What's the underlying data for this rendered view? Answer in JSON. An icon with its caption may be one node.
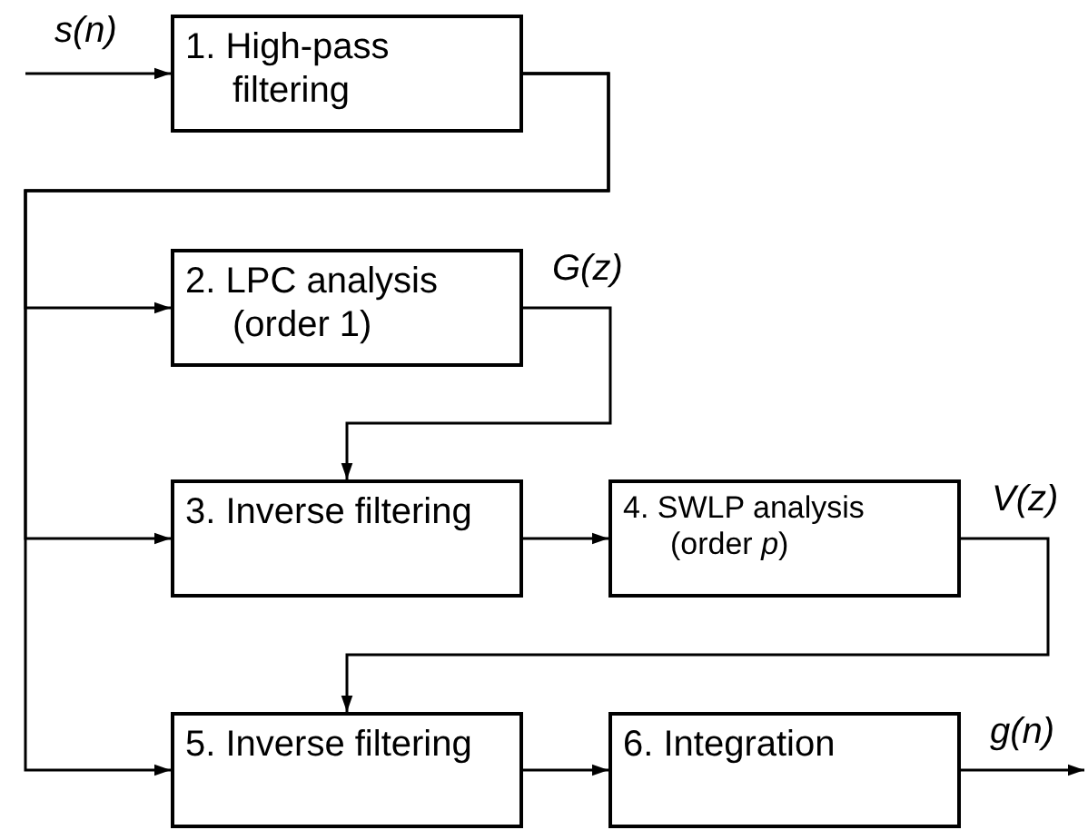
{
  "diagram": {
    "nodes": [
      {
        "text": [
          "1. High-pass filtering"
        ]
      },
      {
        "text": [
          "2. LPC analysis (order 1)"
        ]
      },
      {
        "text": [
          "3. Inverse filtering"
        ]
      },
      {
        "text": [
          "4. SWLP analysis (order *p*)"
        ]
      },
      {
        "text": [
          "5. Inverse filtering"
        ]
      },
      {
        "text": [
          "6. Integration"
        ]
      }
    ],
    "edges": [
      {
        "from": null,
        "to": 0,
        "arrow": "to",
        "label": "s(n)"
      },
      {
        "from": 0,
        "to": 1,
        "arrow": "to"
      },
      {
        "from": 0,
        "to": 2,
        "arrow": "to"
      },
      {
        "from": 0,
        "to": 4,
        "arrow": "to"
      },
      {
        "from": 1,
        "to": 2,
        "arrow": "to",
        "label": "G(z)"
      },
      {
        "from": 2,
        "to": 3,
        "arrow": "to"
      },
      {
        "from": 3,
        "to": 4,
        "arrow": "to",
        "label": "V(z)"
      },
      {
        "from": 4,
        "to": 5,
        "arrow": "to"
      },
      {
        "from": 5,
        "to": null,
        "arrow": "to",
        "label": "g(n)"
      }
    ]
  }
}
